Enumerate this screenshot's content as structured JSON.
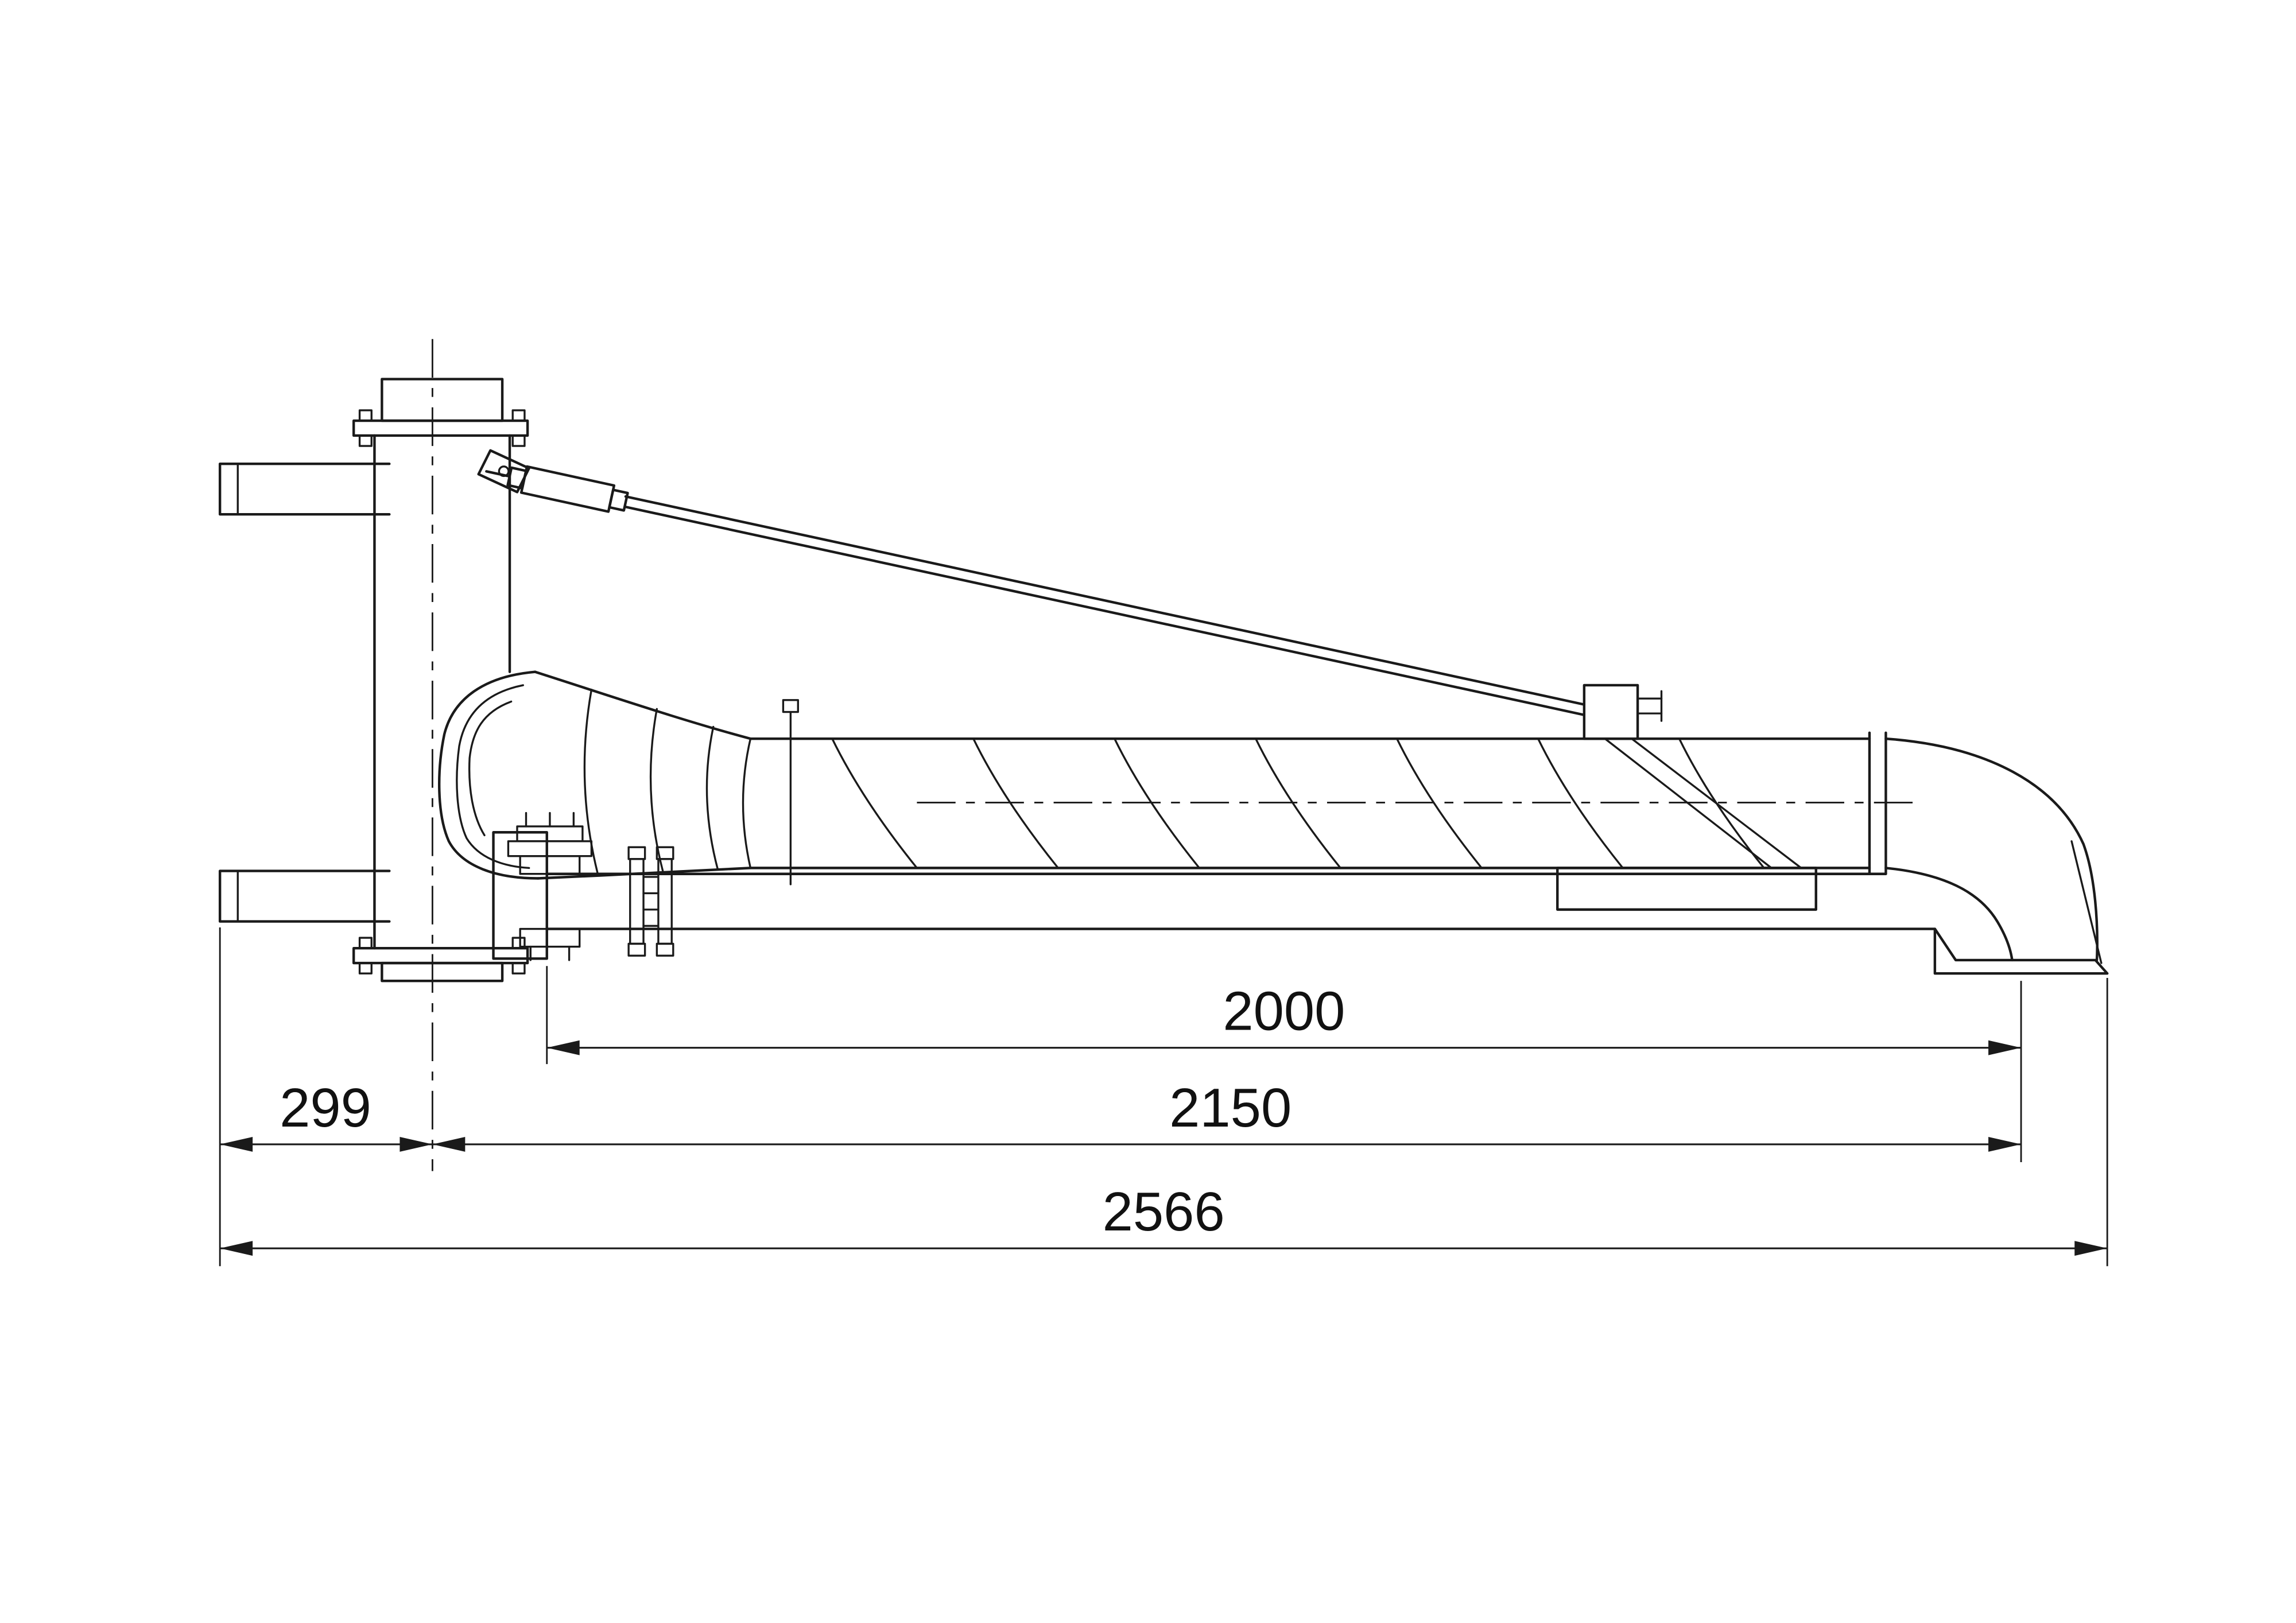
{
  "drawing": {
    "colors": {
      "line": "#1a1a1a",
      "background": "#ffffff"
    },
    "dimensions": {
      "boom_span": {
        "label": "2000"
      },
      "reach_span": {
        "label": "2150"
      },
      "rear_offset": {
        "label": "299"
      },
      "overall_span": {
        "label": "2566"
      }
    }
  }
}
